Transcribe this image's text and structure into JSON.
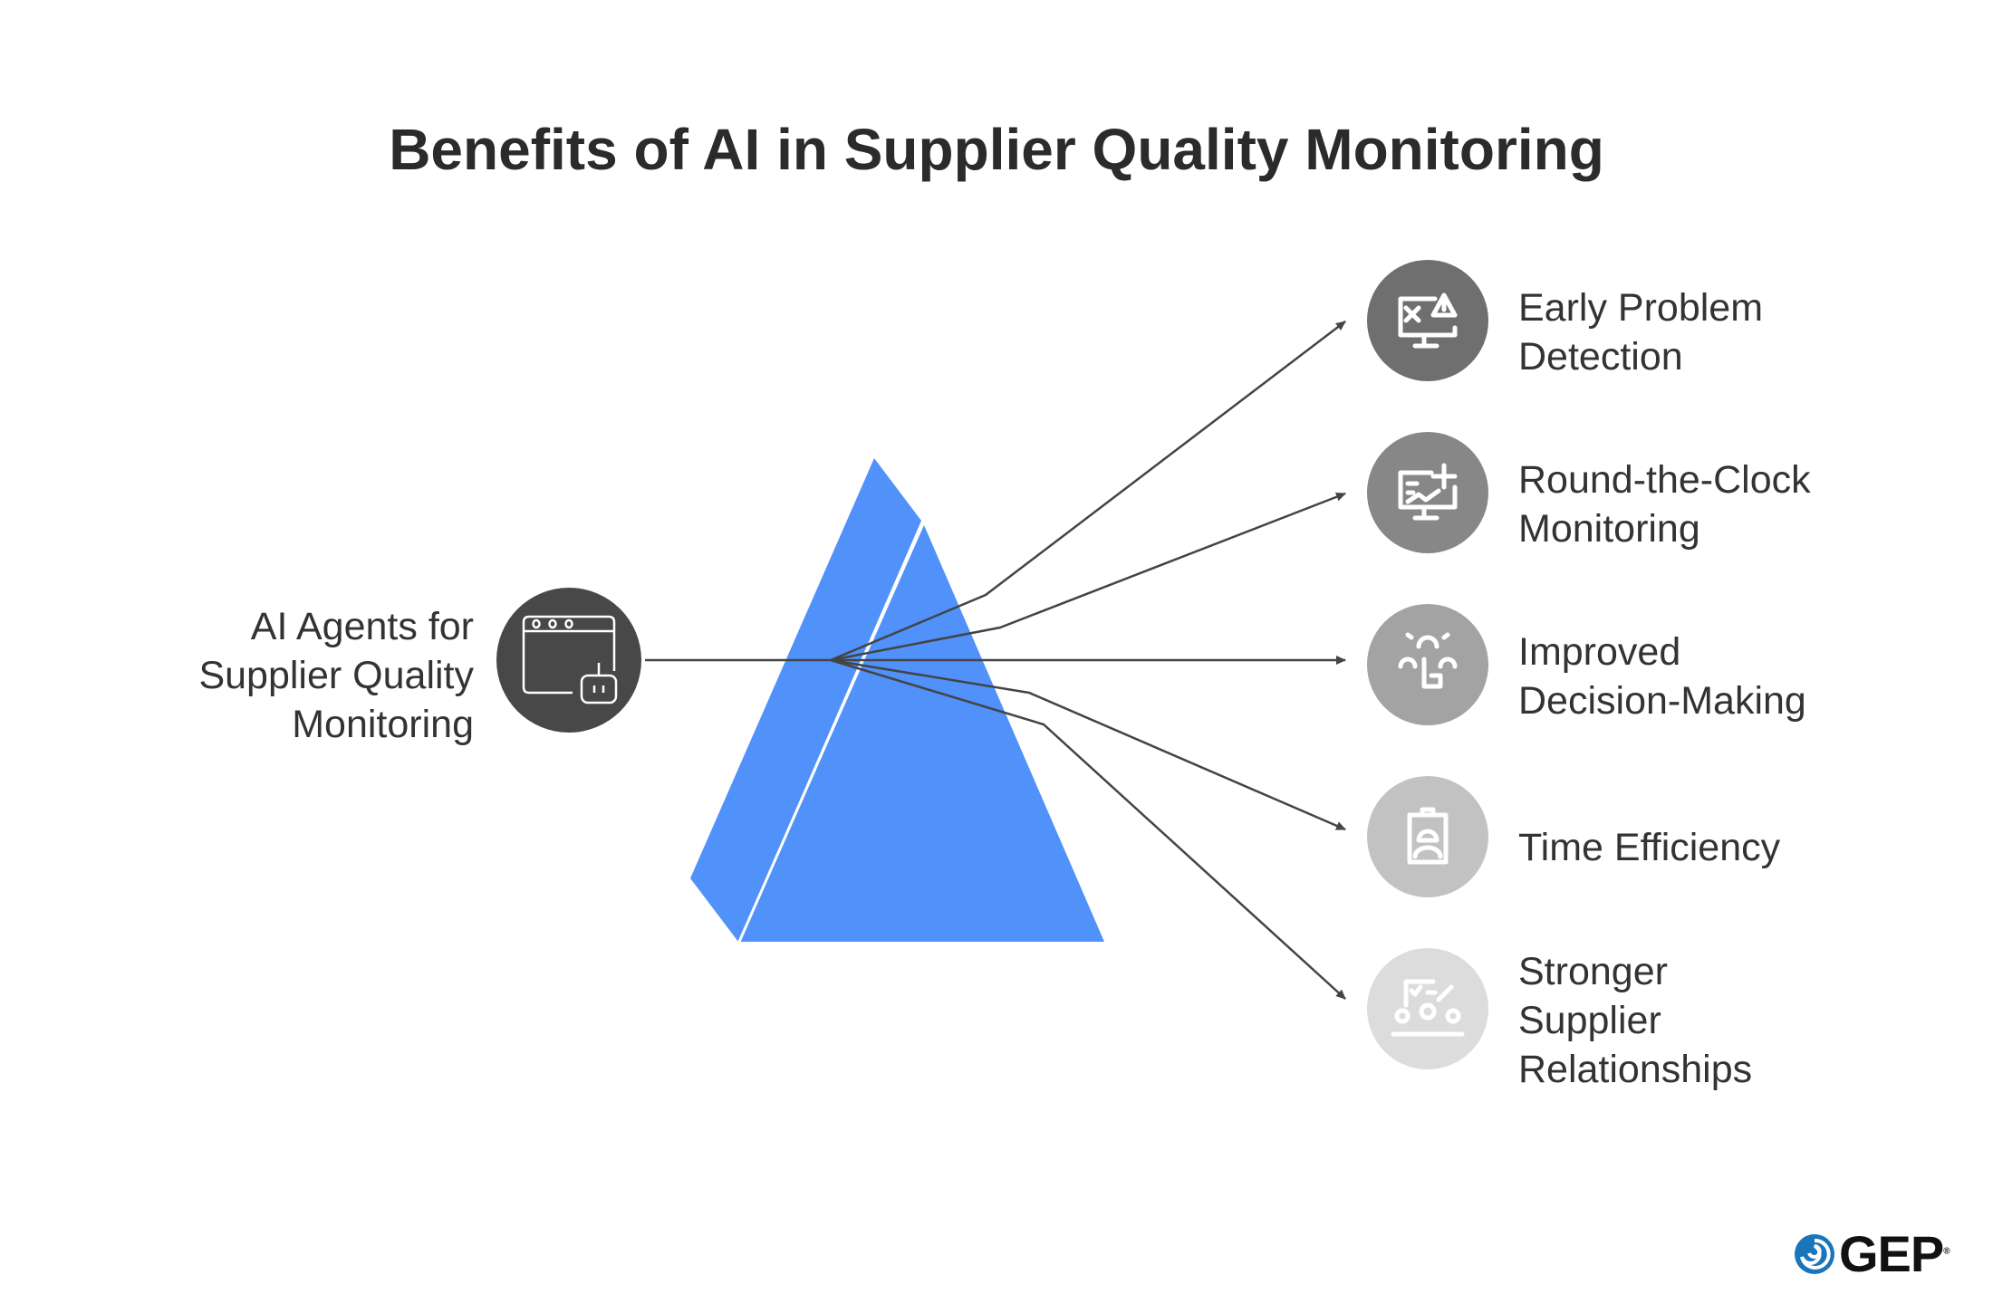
{
  "title": "Benefits of AI in Supplier Quality Monitoring",
  "source": {
    "lines": [
      "AI Agents for",
      "Supplier Quality",
      "Monitoring"
    ],
    "icon": "browser-robot-icon",
    "color": "#484848"
  },
  "prism_color": "#5091fa",
  "benefits": [
    {
      "lines": [
        "Early Problem",
        "Detection"
      ],
      "icon": "monitor-bug-warning-icon",
      "color": "#6f6f6f"
    },
    {
      "lines": [
        "Round-the-Clock",
        "Monitoring"
      ],
      "icon": "monitor-chart-plus-icon",
      "color": "#878787"
    },
    {
      "lines": [
        "Improved",
        "Decision-Making"
      ],
      "icon": "people-hand-pointer-icon",
      "color": "#a3a3a3"
    },
    {
      "lines": [
        "Time Efficiency"
      ],
      "icon": "clipboard-worker-icon",
      "color": "#c2c2c2"
    },
    {
      "lines": [
        "Stronger",
        "Supplier",
        "Relationships"
      ],
      "icon": "checklist-people-icon",
      "color": "#dcdcdc"
    }
  ],
  "logo": {
    "text": "GEP",
    "mark": "®"
  }
}
